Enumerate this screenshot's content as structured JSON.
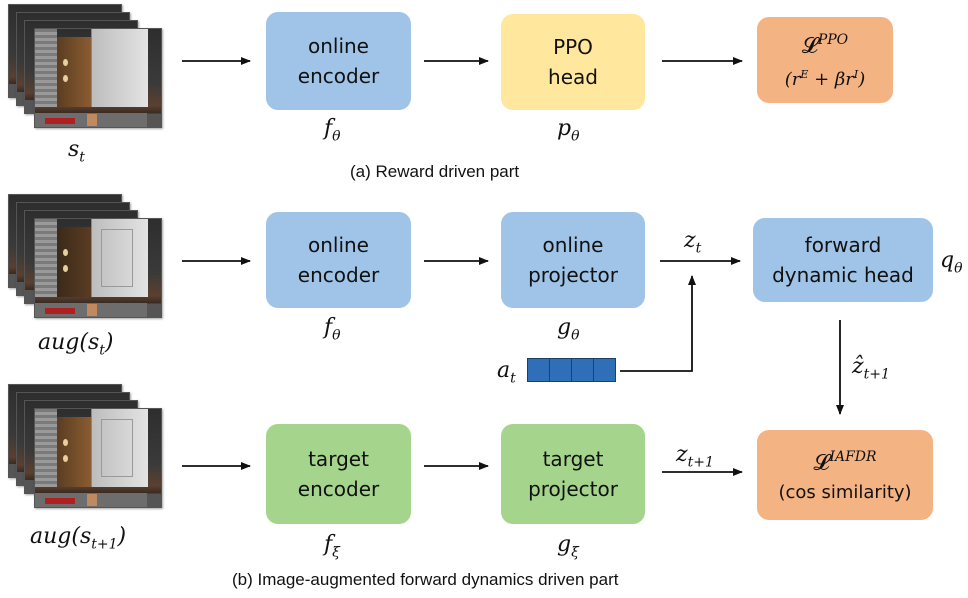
{
  "part_a": {
    "caption": "(a) Reward driven part",
    "state_label": "s_t",
    "online_encoder": {
      "line1": "online",
      "line2": "encoder",
      "symbol": "f_θ"
    },
    "ppo_head": {
      "line1": "PPO",
      "line2": "head",
      "symbol": "p_θ"
    },
    "loss_ppo": {
      "symbol": "𝓛",
      "superscript": "PPO",
      "formula": "(r^E + βr^I)"
    }
  },
  "part_b": {
    "caption": "(b) Image-augmented forward dynamics driven part",
    "aug_state_label": "aug(s_t)",
    "aug_next_state_label": "aug(s_{t+1})",
    "online_encoder": {
      "line1": "online",
      "line2": "encoder",
      "symbol": "f_θ"
    },
    "online_projector": {
      "line1": "online",
      "line2": "projector",
      "symbol": "g_θ"
    },
    "forward_head": {
      "line1": "forward",
      "line2": "dynamic head",
      "symbol": "q_θ"
    },
    "target_encoder": {
      "line1": "target",
      "line2": "encoder",
      "symbol": "f_ξ"
    },
    "target_projector": {
      "line1": "target",
      "line2": "projector",
      "symbol": "g_ξ"
    },
    "loss_iafdr": {
      "symbol": "𝓛",
      "superscript": "IAFDR",
      "subtitle": "(cos similarity)"
    },
    "z_t": "z_t",
    "z_hat_next": "ẑ_{t+1}",
    "z_next": "z_{t+1}",
    "action": "a_t",
    "action_cells": 4
  },
  "colors": {
    "blue": "#9fc4e7",
    "yellow": "#ffe79d",
    "green": "#a5d48c",
    "orange": "#f4b383",
    "action": "#2f6fb8"
  }
}
